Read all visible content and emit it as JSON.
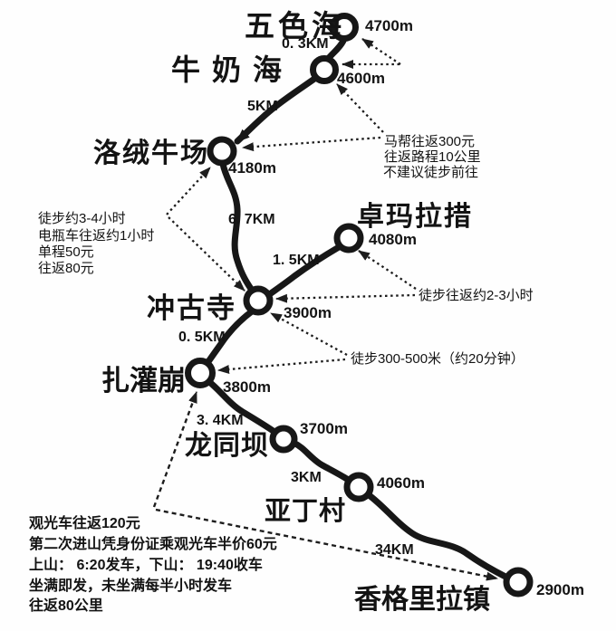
{
  "map": {
    "ink_color": "#171717",
    "background_color": "#fefefe"
  },
  "nodes": [
    {
      "name": "五色海",
      "elevation": "4700m"
    },
    {
      "name": "牛奶海",
      "elevation": "4600m"
    },
    {
      "name": "洛绒牛场",
      "elevation": "4180m"
    },
    {
      "name": "卓玛拉措",
      "elevation": "4080m"
    },
    {
      "name": "冲古寺",
      "elevation": "3900m"
    },
    {
      "name": "扎灌崩",
      "elevation": "3800m"
    },
    {
      "name": "龙同坝",
      "elevation": "3700m"
    },
    {
      "name": "亚丁村",
      "elevation": "4060m"
    },
    {
      "name": "香格里拉镇",
      "elevation": "2900m"
    }
  ],
  "segments": [
    {
      "from": "五色海",
      "to": "牛奶海",
      "distance": "0. 3KM"
    },
    {
      "from": "牛奶海",
      "to": "洛绒牛场",
      "distance": "5KM"
    },
    {
      "from": "洛绒牛场",
      "to": "冲古寺",
      "distance": "6. 7KM"
    },
    {
      "from": "卓玛拉措",
      "to": "冲古寺",
      "distance": "1. 5KM"
    },
    {
      "from": "冲古寺",
      "to": "扎灌崩",
      "distance": "0. 5KM"
    },
    {
      "from": "扎灌崩",
      "to": "龙同坝",
      "distance": "3. 4KM"
    },
    {
      "from": "龙同坝",
      "to": "亚丁村",
      "distance": "3KM"
    },
    {
      "from": "亚丁村",
      "to": "香格里拉镇",
      "distance": "34KM"
    }
  ],
  "annotations": {
    "horse_caravan": {
      "lines": [
        "马帮往返300元",
        "往返路程10公里",
        "不建议徒步前往"
      ]
    },
    "battery_car": {
      "lines": [
        "徒步约3-4小时",
        "电瓶车往返约1小时",
        "单程50元",
        "往返80元"
      ]
    },
    "zhuomalacuo_hike": "徒步往返约2-3小时",
    "chonggusi_hike": "徒步300-500米（约20分钟）",
    "sightseeing_bus": {
      "lines": [
        "观光车往返120元",
        "第二次进山凭身份证乘观光车半价60元",
        "上山：  6:20发车，下山：  19:40收车",
        "坐满即发，未坐满每半小时发车",
        "往返80公里"
      ]
    }
  }
}
